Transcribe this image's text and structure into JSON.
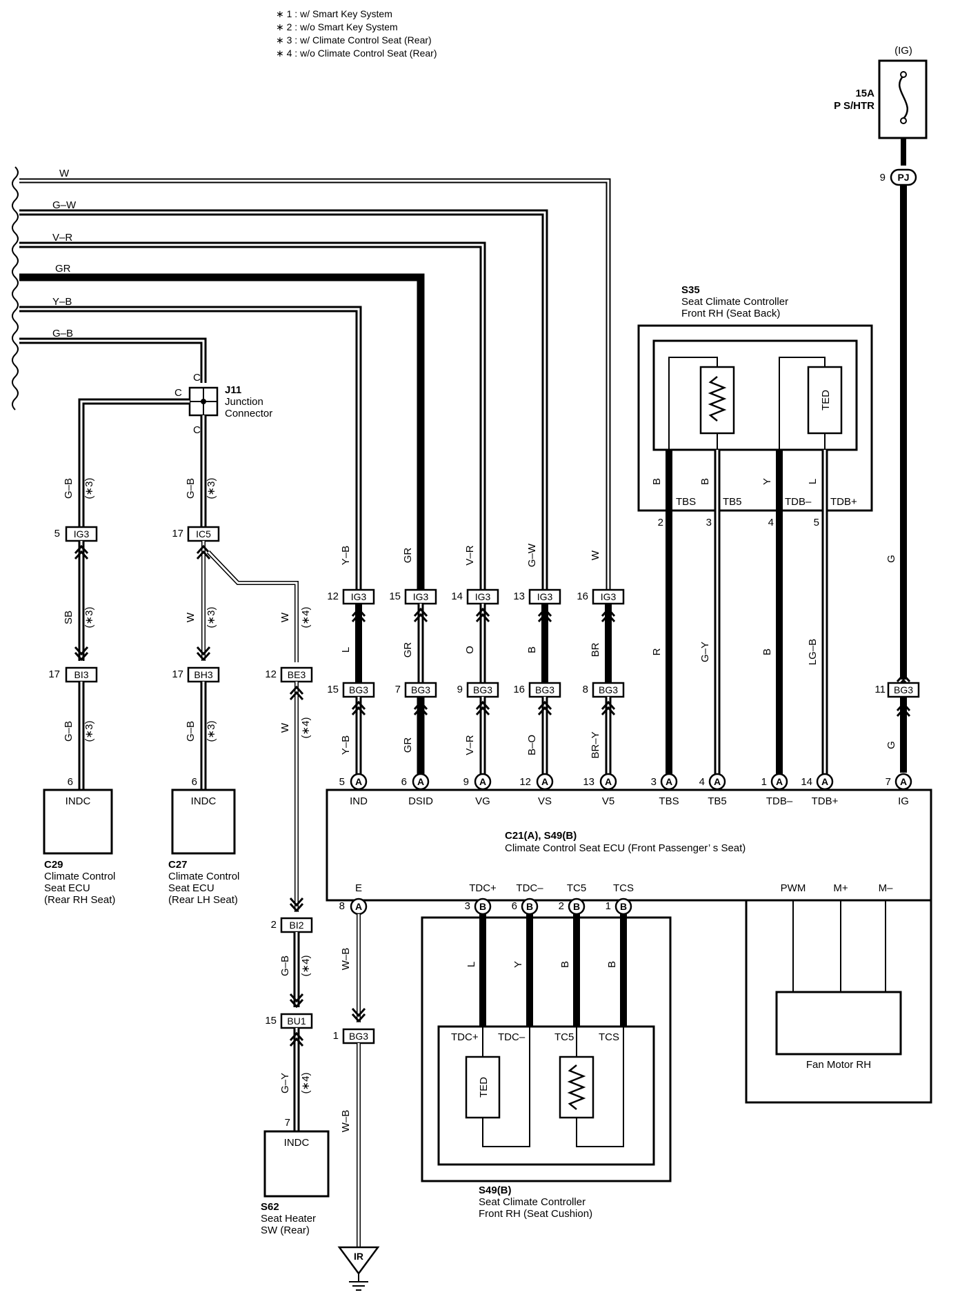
{
  "notes": [
    "∗ 1 : w/ Smart Key System",
    "∗ 2 : w/o Smart Key System",
    "∗ 3 : w/ Climate Control Seat (Rear)",
    "∗ 4 : w/o Climate Control Seat (Rear)"
  ],
  "fuse": {
    "ig": "(IG)",
    "rating": "15A",
    "name": "P S/HTR",
    "pin": "9",
    "conn": "PJ"
  },
  "harness_wires": [
    "W",
    "G–W",
    "V–R",
    "GR",
    "Y–B",
    "G–B"
  ],
  "junction": {
    "code": "J11",
    "name1": "Junction",
    "name2": "Connector",
    "c": "C"
  },
  "rear_branches": [
    {
      "top_color": "G–B",
      "note": "(∗3)",
      "pin1": "5",
      "conn1": "IG3",
      "mid_color": "SB",
      "mid_note": "(∗3)",
      "pin2": "17",
      "conn2": "BI3",
      "bot_color": "G–B",
      "bot_note": "(∗3)",
      "ecu_pin": "6",
      "ecu_term": "INDC"
    },
    {
      "top_color": "G–B",
      "note": "(∗3)",
      "pin1": "17",
      "conn1": "IC5",
      "mid_color": "W",
      "mid_note": "(∗3)",
      "pin2": "17",
      "conn2": "BH3",
      "bot_color": "G–B",
      "bot_note": "(∗3)",
      "ecu_pin": "6",
      "ecu_term": "INDC"
    }
  ],
  "be3": {
    "color": "W",
    "note": "(∗4)",
    "pin": "12",
    "conn": "BE3",
    "color2": "W",
    "note2": "(∗4)",
    "pin2": "2",
    "conn2": "BI2",
    "color3": "G–B",
    "note3": "(∗4)",
    "pin3": "15",
    "conn3": "BU1",
    "color4": "G–Y",
    "note4": "(∗4)",
    "pin4": "7",
    "term": "INDC"
  },
  "rear_ecus": [
    {
      "code": "C29",
      "l1": "Climate Control",
      "l2": "Seat ECU",
      "l3": "(Rear RH Seat)"
    },
    {
      "code": "C27",
      "l1": "Climate Control",
      "l2": "Seat ECU",
      "l3": "(Rear LH Seat)"
    }
  ],
  "seat_sw": {
    "code": "S62",
    "l1": "Seat Heater",
    "l2": "SW (Rear)"
  },
  "signals": [
    {
      "top": "Y–B",
      "ig3": "12",
      "conn": "IG3",
      "mid": "L",
      "bg3": "15",
      "conn2": "BG3",
      "bot": "Y–B",
      "pin": "5",
      "term": "IND"
    },
    {
      "top": "GR",
      "ig3": "15",
      "conn": "IG3",
      "mid": "GR",
      "bg3": "7",
      "conn2": "BG3",
      "bot": "GR",
      "pin": "6",
      "term": "DSID"
    },
    {
      "top": "V–R",
      "ig3": "14",
      "conn": "IG3",
      "mid": "O",
      "bg3": "9",
      "conn2": "BG3",
      "bot": "V–R",
      "pin": "9",
      "term": "VG"
    },
    {
      "top": "G–W",
      "ig3": "13",
      "conn": "IG3",
      "mid": "B",
      "bg3": "16",
      "conn2": "BG3",
      "bot": "B–O",
      "pin": "12",
      "term": "VS"
    },
    {
      "top": "W",
      "ig3": "16",
      "conn": "IG3",
      "mid": "BR",
      "bg3": "8",
      "conn2": "BG3",
      "bot": "BR–Y",
      "pin": "13",
      "term": "V5"
    }
  ],
  "seat_back": {
    "code": "S35",
    "l1": "Seat Climate Controller",
    "l2": "Front RH (Seat Back)",
    "ted": "TED",
    "pins": [
      {
        "color": "B",
        "term": "TBS",
        "num": "2",
        "wire": "R",
        "ecu_pin": "3",
        "ecu_term": "TBS"
      },
      {
        "color": "B",
        "term": "TB5",
        "num": "3",
        "wire": "G–Y",
        "ecu_pin": "4",
        "ecu_term": "TB5"
      },
      {
        "color": "Y",
        "term": "TDB–",
        "num": "4",
        "wire": "B",
        "ecu_pin": "1",
        "ecu_term": "TDB–"
      },
      {
        "color": "L",
        "term": "TDB+",
        "num": "5",
        "wire": "LG–B",
        "ecu_pin": "14",
        "ecu_term": "TDB+"
      }
    ]
  },
  "ig_line": {
    "color": "G",
    "bg3": "11",
    "conn": "BG3",
    "color2": "G",
    "pin": "7",
    "term": "IG"
  },
  "main_ecu": {
    "code": "C21(A), S49(B)",
    "name": "Climate Control Seat ECU (Front Passenger’ s Seat)",
    "conn_a": "A",
    "conn_b": "B"
  },
  "ground": {
    "term": "E",
    "pin": "8",
    "color": "W–B",
    "pin2": "1",
    "conn": "BG3",
    "color2": "W–B",
    "gnd": "IR"
  },
  "cushion": {
    "code": "S49(B)",
    "l1": "Seat Climate Controller",
    "l2": "Front RH (Seat Cushion)",
    "ted": "TED",
    "pins": [
      {
        "term": "TDC+",
        "num": "3",
        "color": "L"
      },
      {
        "term": "TDC–",
        "num": "6",
        "color": "Y"
      },
      {
        "term": "TC5",
        "num": "2",
        "color": "B"
      },
      {
        "term": "TCS",
        "num": "1",
        "color": "B"
      }
    ]
  },
  "fan": {
    "name": "Fan Motor RH",
    "terms": [
      "PWM",
      "M+",
      "M–"
    ]
  }
}
